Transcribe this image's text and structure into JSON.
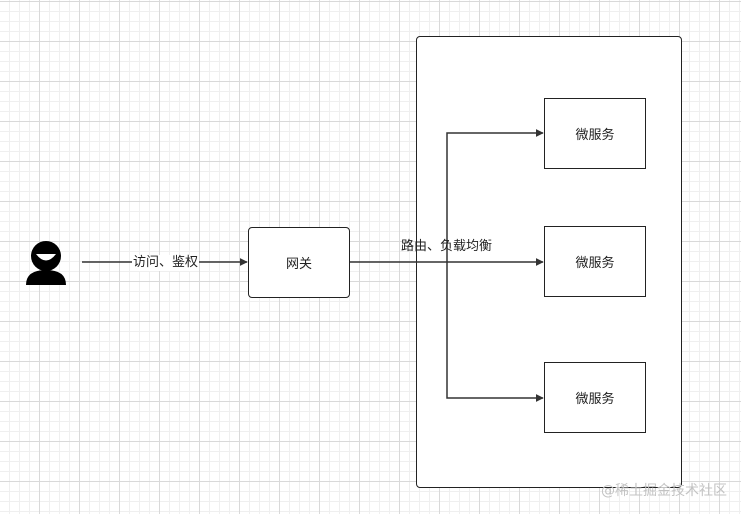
{
  "diagram": {
    "actor": {
      "icon": "user-icon"
    },
    "edge_access": {
      "label": "访问、鉴权"
    },
    "gateway": {
      "label": "网关"
    },
    "edge_route": {
      "label": "路由、负载均衡"
    },
    "services": [
      {
        "label": "微服务"
      },
      {
        "label": "微服务"
      },
      {
        "label": "微服务"
      }
    ]
  },
  "watermark": "@稀土掘金技术社区"
}
